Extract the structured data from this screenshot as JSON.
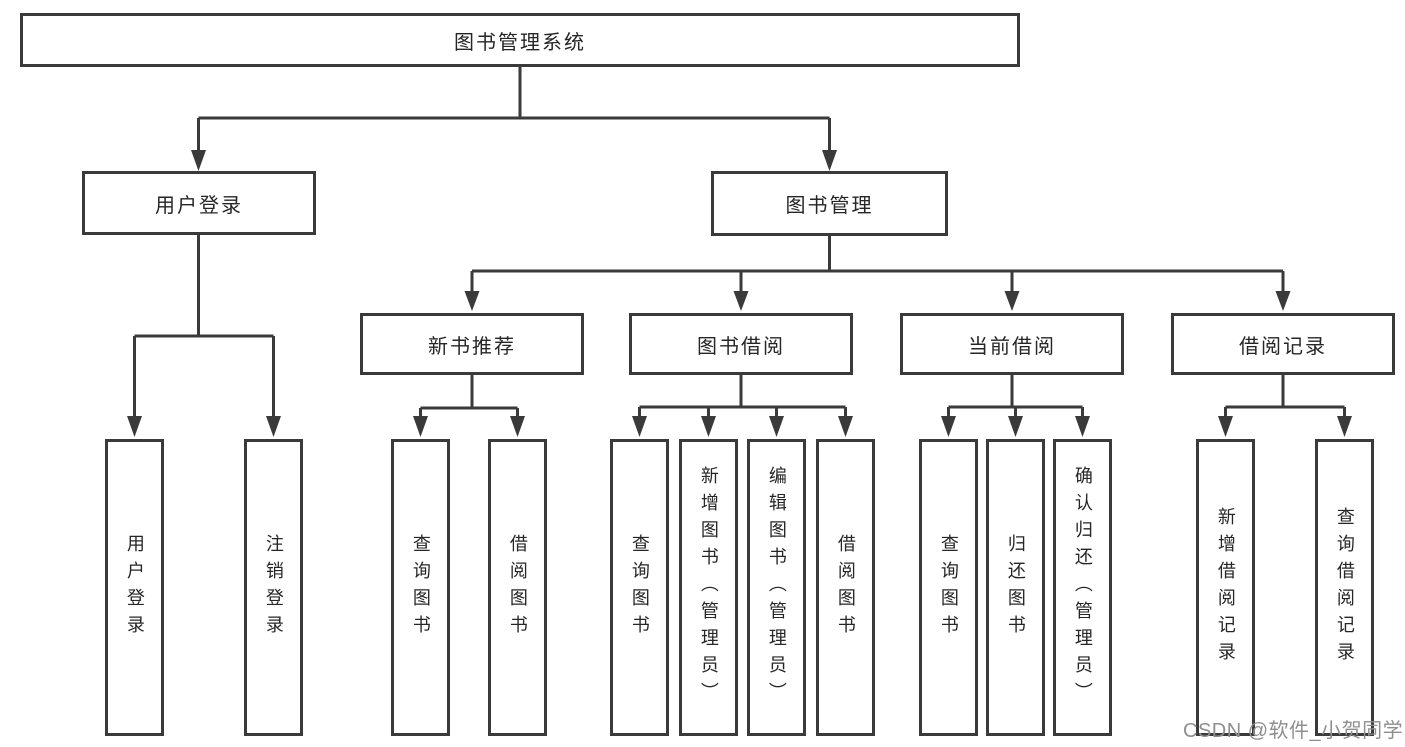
{
  "diagram": {
    "root_label": "图书管理系统",
    "branches": [
      {
        "label": "用户登录",
        "children": [
          "用户登录",
          "注销登录"
        ]
      },
      {
        "label": "图书管理",
        "groups": [
          {
            "label": "新书推荐",
            "children": [
              "查询图书",
              "借阅图书"
            ]
          },
          {
            "label": "图书借阅",
            "children": [
              "查询图书",
              "新增图书（管理员）",
              "编辑图书（管理员）",
              "借阅图书"
            ]
          },
          {
            "label": "当前借阅",
            "children": [
              "查询图书",
              "归还图书",
              "确认归还（管理员）"
            ]
          },
          {
            "label": "借阅记录",
            "children": [
              "新增借阅记录",
              "查询借阅记录"
            ]
          }
        ]
      }
    ]
  },
  "colors": {
    "line": "#3a3a3a",
    "text": "#262626",
    "box_bg": "#ffffff",
    "watermark": "#8f8f8f"
  },
  "watermark": {
    "text": "CSDN @软件_小贺同学"
  }
}
